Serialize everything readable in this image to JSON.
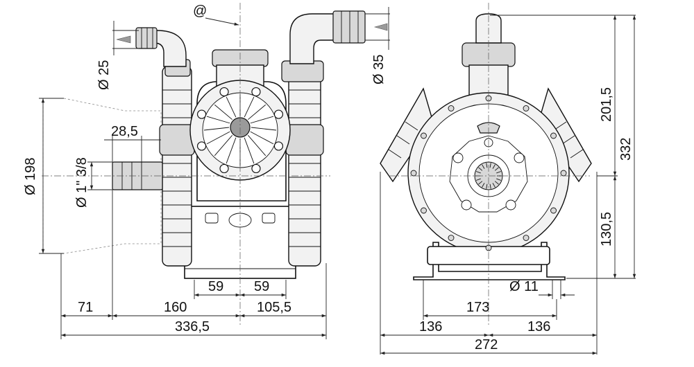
{
  "dimensions": {
    "inlet_symbol": "@",
    "d25": "Ø 25",
    "d35": "Ø 35",
    "d198": "Ø 198",
    "d1_38": "Ø 1\" 3/8",
    "d28_5": "28,5",
    "d59_left": "59",
    "d59_right": "59",
    "d71": "71",
    "d160": "160",
    "d105_5": "105,5",
    "d336_5": "336,5",
    "d201_5": "201,5",
    "d332": "332",
    "d130_5": "130,5",
    "d11": "Ø 11",
    "d173": "173",
    "d136_left": "136",
    "d136_right": "136",
    "d272": "272"
  },
  "colors": {
    "line": "#111111",
    "fill_light": "#f2f2f2",
    "fill_mid": "#d8d8d8",
    "fill_dark": "#9a9a9a",
    "arrow": "#9a9a9a"
  }
}
